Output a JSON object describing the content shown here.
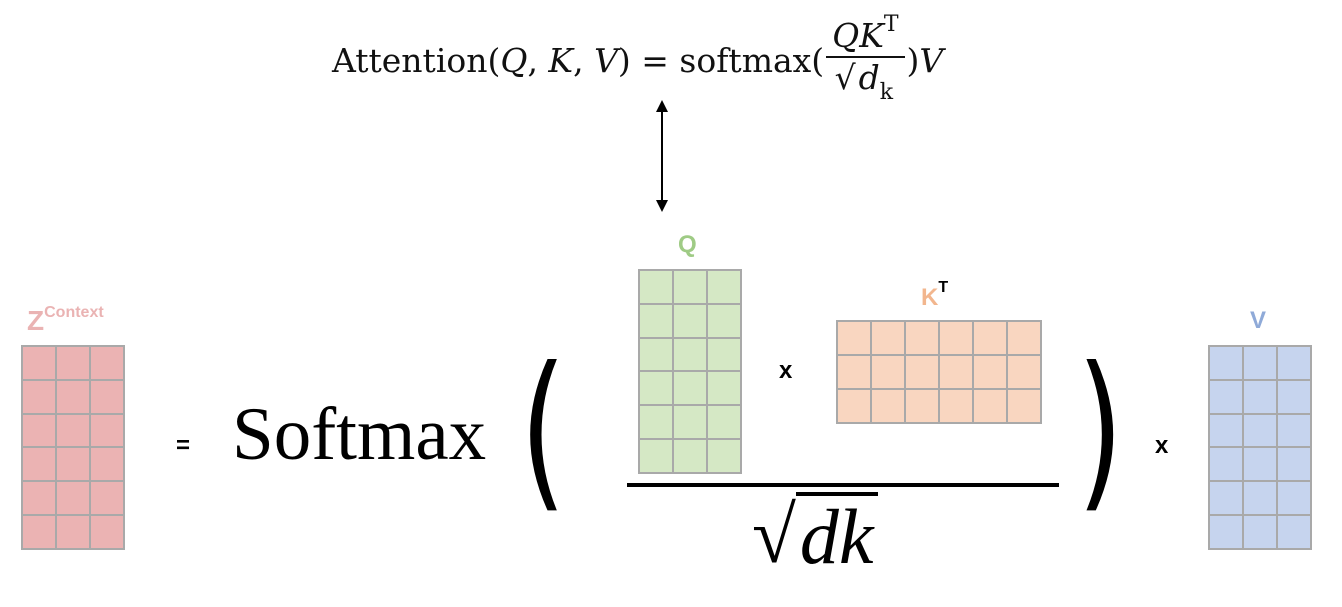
{
  "formula": {
    "lhs": "Attention(",
    "q": "Q",
    "k": "K",
    "v": "V",
    "eq": ") = softmax(",
    "num_q": "Q",
    "num_k": "K",
    "num_t": "T",
    "den_d": "d",
    "den_k": "k",
    "close": ")",
    "tail_v": "V"
  },
  "matrices": {
    "z": {
      "label": "Z",
      "superscript": "Context",
      "rows": 6,
      "cols": 3,
      "fill": "#ebb3b3",
      "label_color": "#eab3b3"
    },
    "q": {
      "label": "Q",
      "rows": 6,
      "cols": 3,
      "fill": "#d5e8c5",
      "label_color": "#9fcb85"
    },
    "kt": {
      "label": "K",
      "superscript": "T",
      "rows": 3,
      "cols": 6,
      "fill": "#f9d6c0",
      "label_color": "#f2b68e"
    },
    "v": {
      "label": "V",
      "rows": 6,
      "cols": 3,
      "fill": "#c6d4ee",
      "label_color": "#8faad8"
    }
  },
  "operators": {
    "equals": "=",
    "times_qk": "x",
    "times_v": "x",
    "softmax": "Softmax",
    "open_paren": "(",
    "close_paren": ")",
    "sqrt_symbol": "√",
    "sqrt_text": "dk"
  },
  "colors": {
    "grid_border": "#a9a9a9",
    "text": "#000000"
  }
}
